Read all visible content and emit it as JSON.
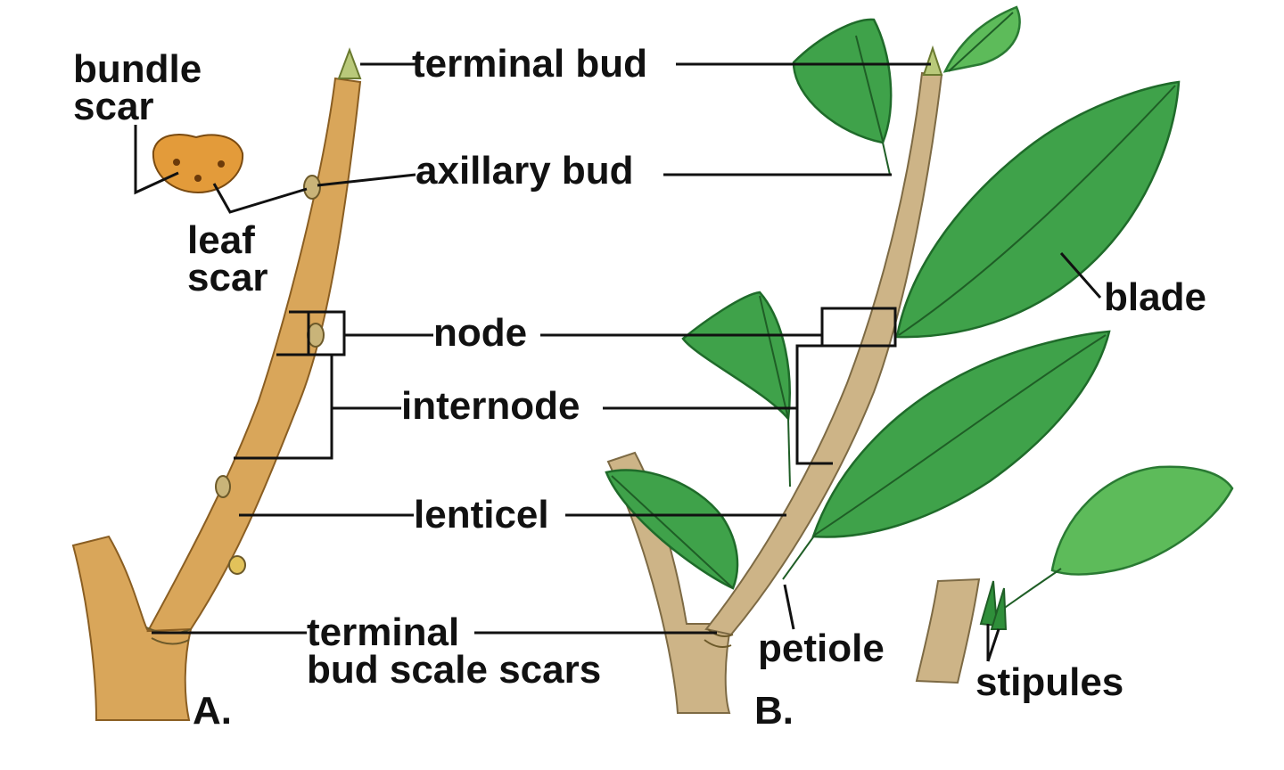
{
  "labels": {
    "bundle_scar_1": "bundle",
    "bundle_scar_2": "scar",
    "leaf_scar_1": "leaf",
    "leaf_scar_2": "scar",
    "terminal_bud": "terminal bud",
    "axillary_bud": "axillary bud",
    "node": "node",
    "internode": "internode",
    "lenticel": "lenticel",
    "bud_scale_scars_1": "terminal",
    "bud_scale_scars_2": "bud scale scars",
    "blade": "blade",
    "petiole": "petiole",
    "stipules": "stipules",
    "panel_a": "A.",
    "panel_b": "B."
  },
  "colors": {
    "twig_a": "#d9a65a",
    "twig_b": "#cdb487",
    "leaf": "#3fa24a",
    "leaf_scar": "#e39b3a"
  }
}
